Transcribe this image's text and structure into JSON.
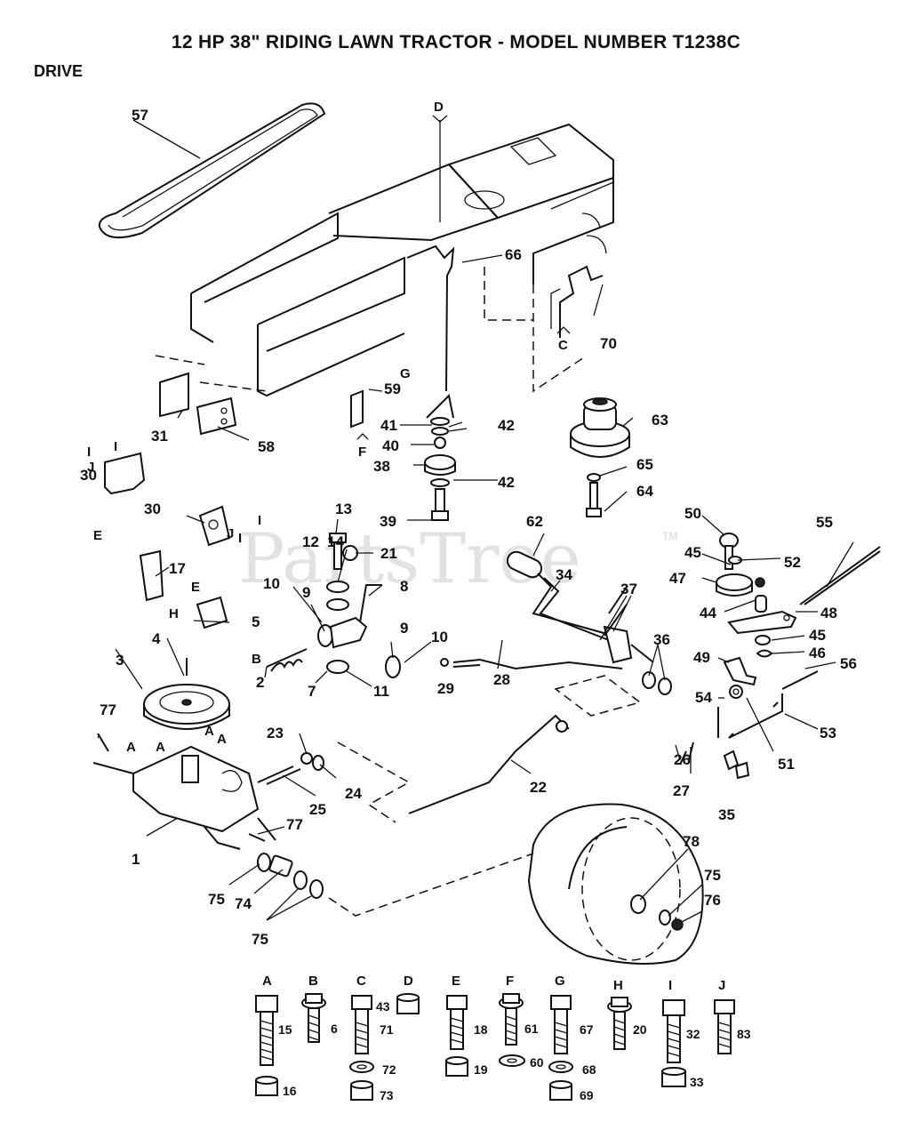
{
  "title": "12 HP 38\" RIDING LAWN TRACTOR - MODEL NUMBER T1238C",
  "section": "DRIVE",
  "watermark": {
    "text": "PartsTree",
    "tm": "TM"
  },
  "callouts": {
    "c1": "1",
    "c2": "2",
    "c3": "3",
    "c4": "4",
    "c5": "5",
    "c7": "7",
    "c8": "8",
    "c9a": "9",
    "c9b": "9",
    "c10a": "10",
    "c10b": "10",
    "c11": "11",
    "c12": "12",
    "c13": "13",
    "c14": "14",
    "c17": "17",
    "c21": "21",
    "c22": "22",
    "c23": "23",
    "c24": "24",
    "c25": "25",
    "c26": "26",
    "c27": "27",
    "c28": "28",
    "c29": "29",
    "c30a": "30",
    "c30b": "30",
    "c31": "31",
    "c34": "34",
    "c35": "35",
    "c36": "36",
    "c37": "37",
    "c38": "38",
    "c39": "39",
    "c40": "40",
    "c41": "41",
    "c42a": "42",
    "c42b": "42",
    "c44": "44",
    "c45a": "45",
    "c45b": "45",
    "c46": "46",
    "c47": "47",
    "c48": "48",
    "c49": "49",
    "c50": "50",
    "c51": "51",
    "c52": "52",
    "c53": "53",
    "c54": "54",
    "c55": "55",
    "c56": "56",
    "c57": "57",
    "c58": "58",
    "c59": "59",
    "c62": "62",
    "c63": "63",
    "c64": "64",
    "c65": "65",
    "c66": "66",
    "c70": "70",
    "c74": "74",
    "c75a": "75",
    "c75b": "75",
    "c75c": "75",
    "c76": "76",
    "c77a": "77",
    "c77b": "77",
    "c78": "78"
  },
  "ref_letters": {
    "D": "D",
    "C": "C",
    "G": "G",
    "F": "F",
    "E1": "E",
    "E2": "E",
    "H": "H",
    "B": "B",
    "I1": "I",
    "I2": "I",
    "I3": "I",
    "I4": "I",
    "J1": "J",
    "J2": "J",
    "A1": "A",
    "A2": "A",
    "A3": "A",
    "A4": "A"
  },
  "hardware": [
    {
      "letter": "A",
      "bolt": "15",
      "nut": "16"
    },
    {
      "letter": "B",
      "bolt": "6"
    },
    {
      "letter": "C",
      "bolt": "71",
      "washer": "72",
      "nut": "73"
    },
    {
      "letter": "D",
      "nut": "43"
    },
    {
      "letter": "E",
      "bolt": "18",
      "nut": "19"
    },
    {
      "letter": "F",
      "bolt": "61",
      "washer": "60"
    },
    {
      "letter": "G",
      "bolt": "67",
      "washer": "68",
      "nut": "69"
    },
    {
      "letter": "H",
      "bolt": "20"
    },
    {
      "letter": "I",
      "bolt": "32",
      "nut": "33"
    },
    {
      "letter": "J",
      "bolt": "83"
    }
  ]
}
